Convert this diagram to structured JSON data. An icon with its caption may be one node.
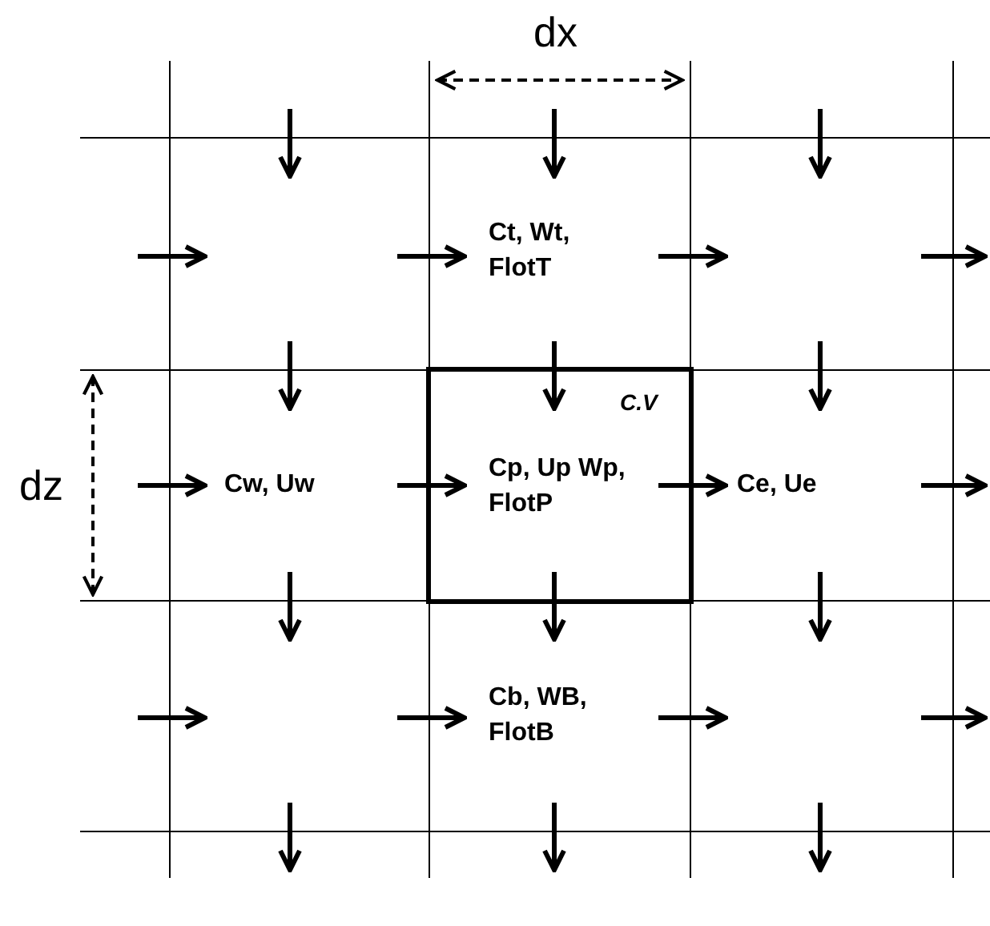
{
  "diagram": {
    "nodes": [
      {
        "text": [
          "C.V",
          "Cp, Up Wp, FlotP"
        ]
      }
    ],
    "labels": [
      "dx",
      "Ct, Wt, FlotT",
      "dz",
      "Cw, Uw",
      "Ce, Ue",
      "Cb, WB, FlotB"
    ]
  }
}
